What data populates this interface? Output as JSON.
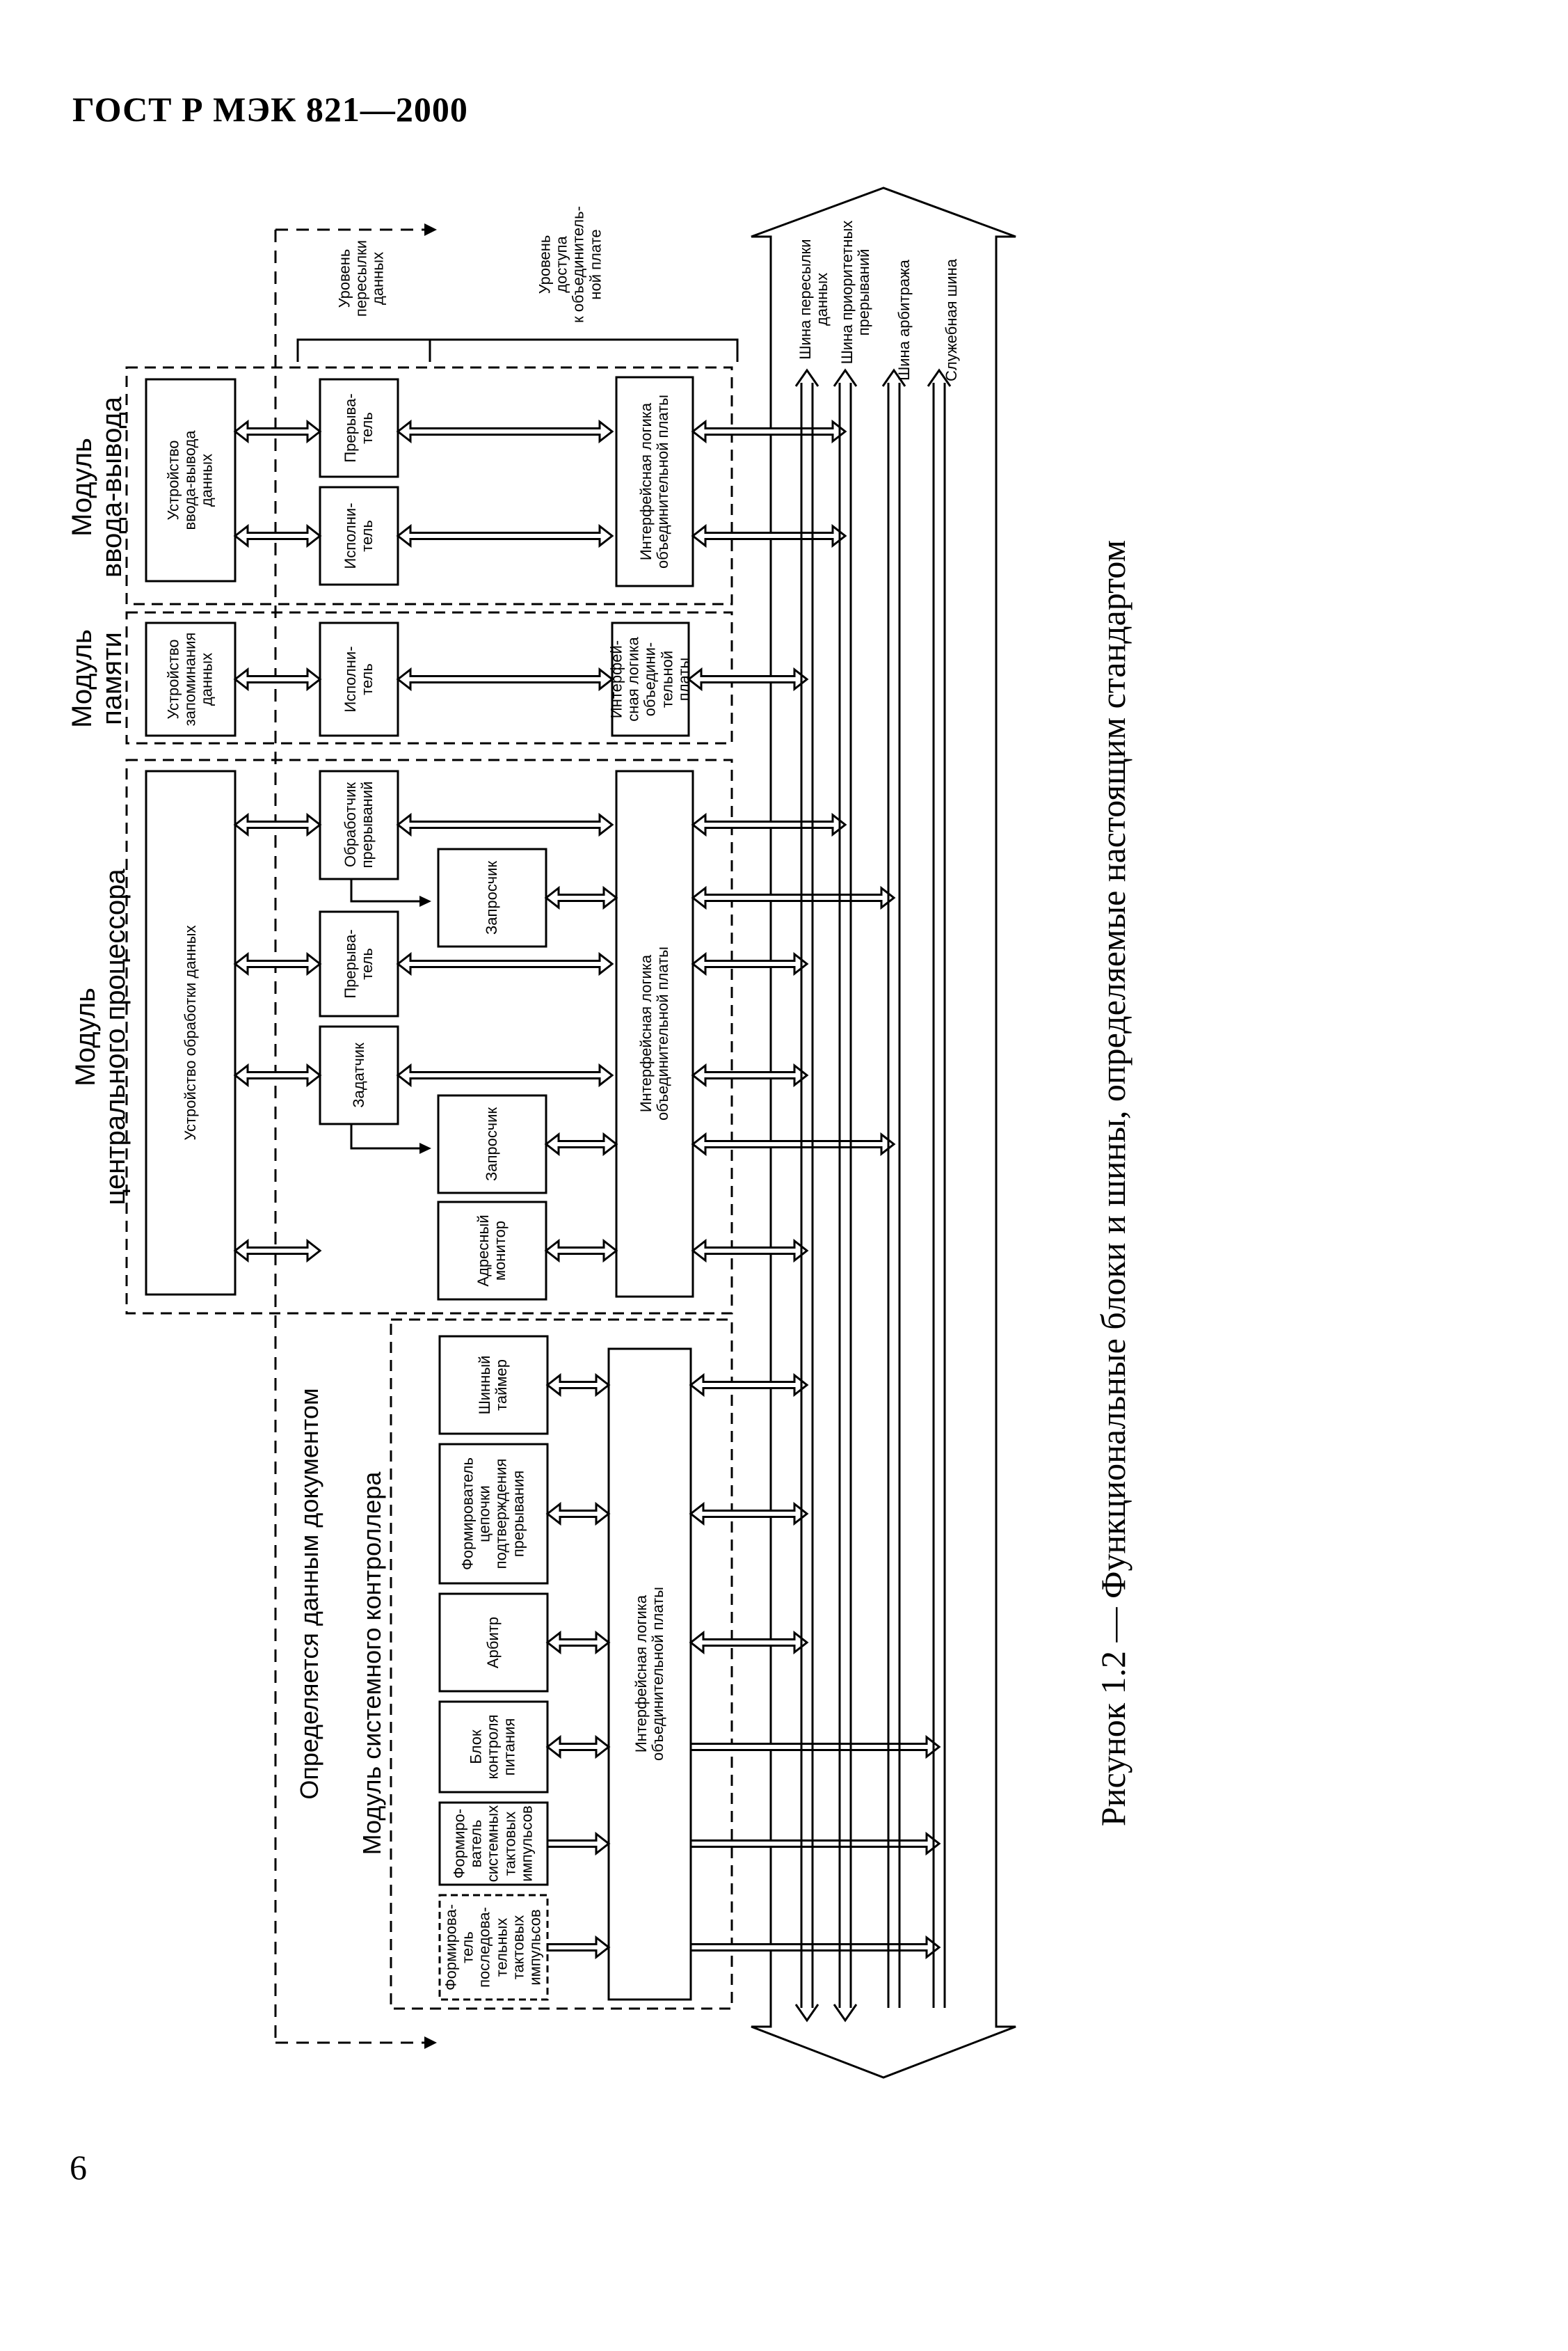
{
  "page": {
    "header": "ГОСТ Р МЭК 821—2000",
    "page_number": "6",
    "caption": "Рисунок 1.2 — Функциональные блоки и шины, определяемые настоящим стандартом"
  },
  "diagram": {
    "side_label": "Определяется данным документом",
    "levels": {
      "transfer": "Уровень\nпересылки\nданных",
      "access": "Уровень\nдоступа\nк объединитель-\nной плате"
    },
    "modules": {
      "io": {
        "title": "Модуль\nввода-вывода",
        "device": "Устройство\nввода-вывода\nданных",
        "interrupter": "Прерыва-\nтель",
        "executor": "Исполни-\nтель",
        "logic": "Интерфейсная логика\nобъединительной платы"
      },
      "memory": {
        "title": "Модуль\nпамяти",
        "device": "Устройство\nзапоминания\nданных",
        "executor": "Исполни-\nтель",
        "logic": "Интерфей-\nсная логика\nобъедини-\nтельной\nплаты"
      },
      "cpu": {
        "title": "Модуль\nцентрального процессора",
        "device": "Устройство обработки данных",
        "handler": "Обработчик\nпрерываний",
        "requester1": "Запросчик",
        "interrupter": "Прерыва-\nтель",
        "master": "Задатчик",
        "requester2": "Запросчик",
        "monitor": "Адресный\nмонитор",
        "logic": "Интерфейсная логика\nобъединительной платы"
      },
      "sys": {
        "title": "Модуль системного контроллера",
        "timer": "Шинный\nтаймер",
        "daisy": "Формирователь\nцепочки\nподтверждения\nпрерывания",
        "arbiter": "Арбитр",
        "power": "Блок\nконтроля\nпитания",
        "sysclk": "Формиро-\nватель\nсистемных\nтактовых\nимпульсов",
        "serclk": "Формирова-\nтель\nпоследова-\nтельных\nтактовых\nимпульсов",
        "logic": "Интерфейсная логика\nобъединительной платы"
      }
    },
    "buses": {
      "data": "Шина пересылки\nданных",
      "priority": "Шина приоритетных\nпрерываний",
      "arbitration": "Шина арбитража",
      "utility": "Служебная шина"
    }
  }
}
